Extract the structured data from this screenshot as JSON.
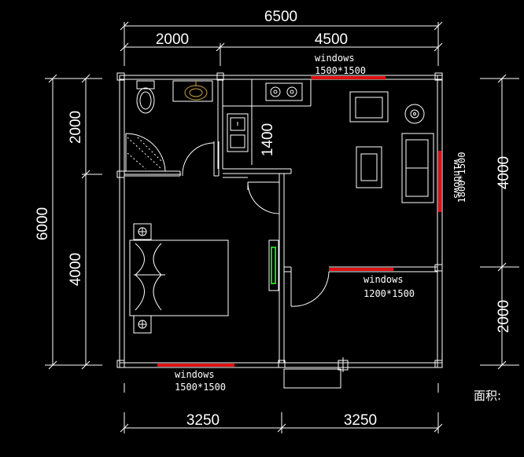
{
  "dimensions": {
    "top_total": "6500",
    "top_left": "2000",
    "top_right": "4500",
    "left_total": "6000",
    "left_top": "2000",
    "left_bottom": "4000",
    "right_top": "4000",
    "right_bottom": "2000",
    "bottom_left": "3250",
    "bottom_right": "3250",
    "kitchen_height": "1400"
  },
  "windows": {
    "top": {
      "label": "windows",
      "size": "1500*1500"
    },
    "right": {
      "label": "windows",
      "size": "1800*1500"
    },
    "middle": {
      "label": "windows",
      "size": "1200*1500"
    },
    "bottom": {
      "label": "windows",
      "size": "1500*1500"
    }
  },
  "area_label": "面积:",
  "colors": {
    "window": "#e01010",
    "lines": "#ffffff",
    "fixture": "#c8a040",
    "mirror": "#22cc22",
    "background": "#000000"
  }
}
